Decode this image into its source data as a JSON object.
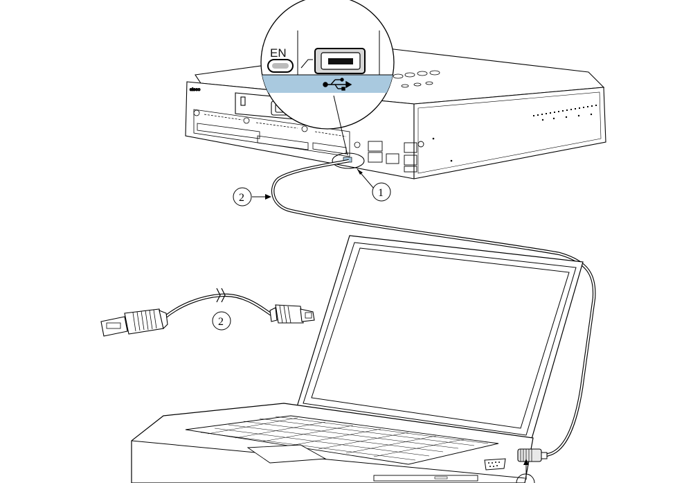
{
  "inset": {
    "en_label": "EN"
  },
  "router": {
    "logo_text": "cisco"
  },
  "callouts": [
    {
      "id": "1",
      "label": "1"
    },
    {
      "id": "2a",
      "label": "2"
    },
    {
      "id": "2b",
      "label": "2"
    },
    {
      "id": "3",
      "label": ""
    }
  ],
  "colors": {
    "usb_band": "#a9c9df",
    "line": "#000000"
  }
}
